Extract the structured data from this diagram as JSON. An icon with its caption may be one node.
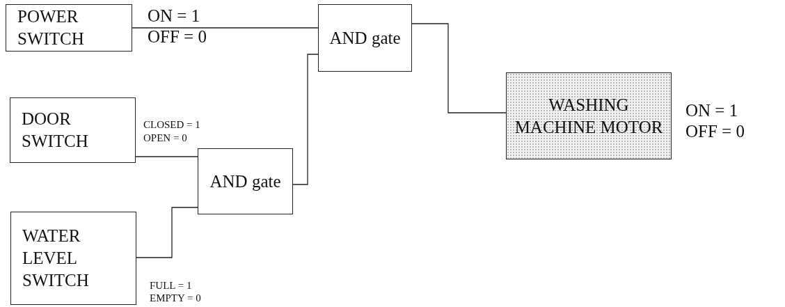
{
  "diagram": {
    "nodes": [
      {
        "text": [
          "POWER SWITCH"
        ],
        "beside": [
          "ON = 1",
          "OFF = 0"
        ]
      },
      {
        "text": [
          "AND gate"
        ]
      },
      {
        "text": [
          "DOOR SWITCH"
        ],
        "beside": [
          "CLOSED = 1",
          "OPEN = 0"
        ]
      },
      {
        "text": [
          "AND gate"
        ]
      },
      {
        "text": [
          "WATER LEVEL SWITCH"
        ],
        "beside": [
          "FULL = 1",
          "EMPTY = 0"
        ]
      },
      {
        "text": [
          "WASHING MACHINE MOTOR"
        ],
        "beside": [
          "ON = 1",
          "OFF = 0"
        ]
      }
    ],
    "edges": [
      {
        "from": 0,
        "to": 1,
        "arrow": "none"
      },
      {
        "from": 2,
        "to": 3,
        "arrow": "none"
      },
      {
        "from": 4,
        "to": 3,
        "arrow": "none"
      },
      {
        "from": 3,
        "to": 1,
        "arrow": "none"
      },
      {
        "from": 1,
        "to": 5,
        "arrow": "none"
      }
    ]
  }
}
